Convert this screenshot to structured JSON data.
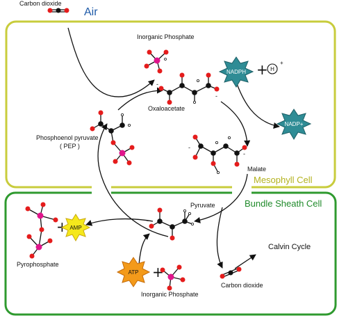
{
  "regions": {
    "air": "Air",
    "mesophyll": "Mesophyll Cell",
    "bundle_sheath": "Bundle Sheath Cell"
  },
  "labels": {
    "co2_top": "Carbon dioxide",
    "inorganic_phosphate_top": "Inorganic Phosphate",
    "oxaloacetate": "Oxaloacetate",
    "pep_line1": "Phosphoenol pyruvate",
    "pep_line2": "( PEP )",
    "malate": "Malate",
    "pyruvate": "Pyruvate",
    "pyrophosphate": "Pyrophosphate",
    "calvin_cycle": "Calvin Cycle",
    "co2_bottom": "Carbon dioxide",
    "inorganic_phosphate_bottom": "Inorganic Phosphate"
  },
  "badges": {
    "nadph": "NADPH",
    "nadp": "NADP+",
    "amp": "AMP",
    "atp": "ATP",
    "proton": "H",
    "proton_charge": "+"
  },
  "signs": {
    "plus": "+",
    "minus": "-"
  },
  "colors": {
    "mesophyll_border": "#c8cc3c",
    "bundle_border": "#2f9a2f",
    "air_text": "#1e5aa8",
    "mesophyll_text": "#b3b21e",
    "bundle_text": "#1f8a2a",
    "oxygen": "#e51c1c",
    "phosphorus": "#e0158c",
    "carbon": "#111111",
    "nadph_fill": "#2f8c95",
    "amp_fill": "#f5e81c",
    "atp_fill": "#f39a1a"
  },
  "icons": [
    "nadph-starburst-icon",
    "nadp-starburst-icon",
    "amp-starburst-icon",
    "atp-starburst-icon",
    "proton-circle-icon"
  ]
}
